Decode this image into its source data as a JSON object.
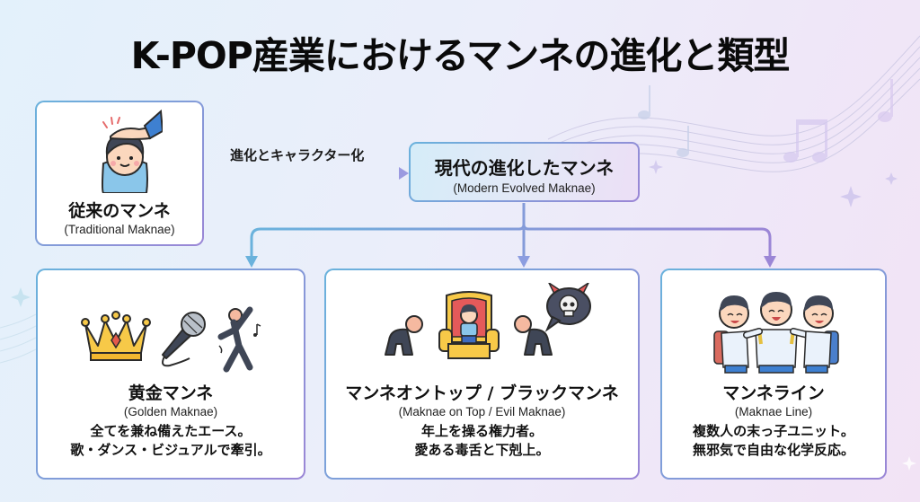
{
  "title": "K-POP産業におけるマンネの進化と類型",
  "arrow_label": "進化とキャラクター化",
  "traditional": {
    "name_jp": "従来のマンネ",
    "name_en": "(Traditional Maknae)",
    "icon": "head-pat-child-icon"
  },
  "modern": {
    "name_jp": "現代の進化したマンネ",
    "name_en": "(Modern Evolved Maknae)"
  },
  "types": [
    {
      "name_jp": "黄金マンネ",
      "name_en": "(Golden Maknae)",
      "desc": [
        "全てを兼ね備えたエース。",
        "歌・ダンス・ビジュアルで牽引。"
      ],
      "icons": [
        "crown-icon",
        "microphone-icon",
        "dancer-icon"
      ]
    },
    {
      "name_jp": "マンネオントップ / ブラックマンネ",
      "name_en": "(Maknae on Top / Evil Maknae)",
      "desc": [
        "年上を操る権力者。",
        "愛ある毒舌と下剋上。"
      ],
      "icons": [
        "bowing-person-icon",
        "throne-child-icon",
        "bowing-person-icon",
        "devil-skull-bubble-icon"
      ]
    },
    {
      "name_jp": "マンネライン",
      "name_en": "(Maknae Line)",
      "desc": [
        "複数人の末っ子ユニット。",
        "無邪気で自由な化学反応。"
      ],
      "icons": [
        "three-kids-icon"
      ]
    }
  ],
  "colors": {
    "connector_blue": "#6ab2dc",
    "connector_purple": "#9b86d6",
    "crown_gold": "#f7c948",
    "dark_figure": "#3f4656"
  }
}
